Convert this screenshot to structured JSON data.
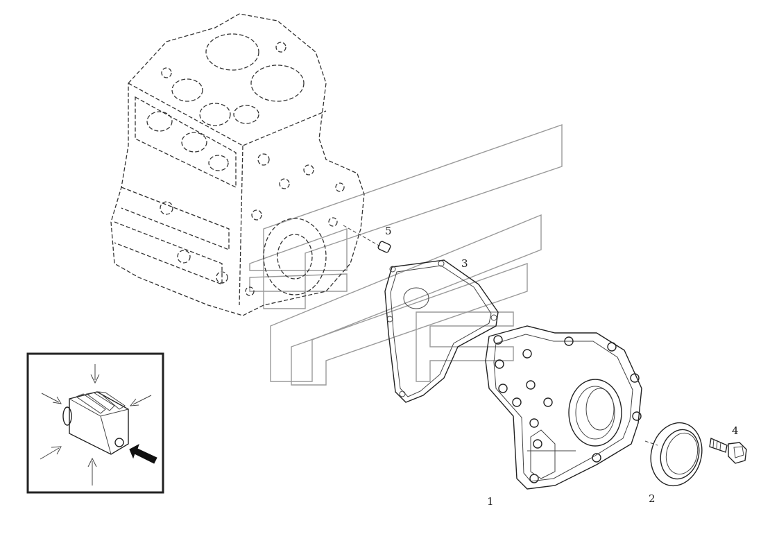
{
  "diagram": {
    "type": "exploded-parts-view",
    "callouts": [
      {
        "id": "1",
        "label": "1"
      },
      {
        "id": "2",
        "label": "2"
      },
      {
        "id": "3",
        "label": "3"
      },
      {
        "id": "4",
        "label": "4"
      },
      {
        "id": "5",
        "label": "5"
      }
    ]
  },
  "icons": {
    "watermark": "chevron-watermark-icon",
    "inset_arrow": "press-arrow-icon"
  },
  "colors": {
    "line": "#222222",
    "watermark": "#9a9a9a",
    "background": "#ffffff"
  }
}
